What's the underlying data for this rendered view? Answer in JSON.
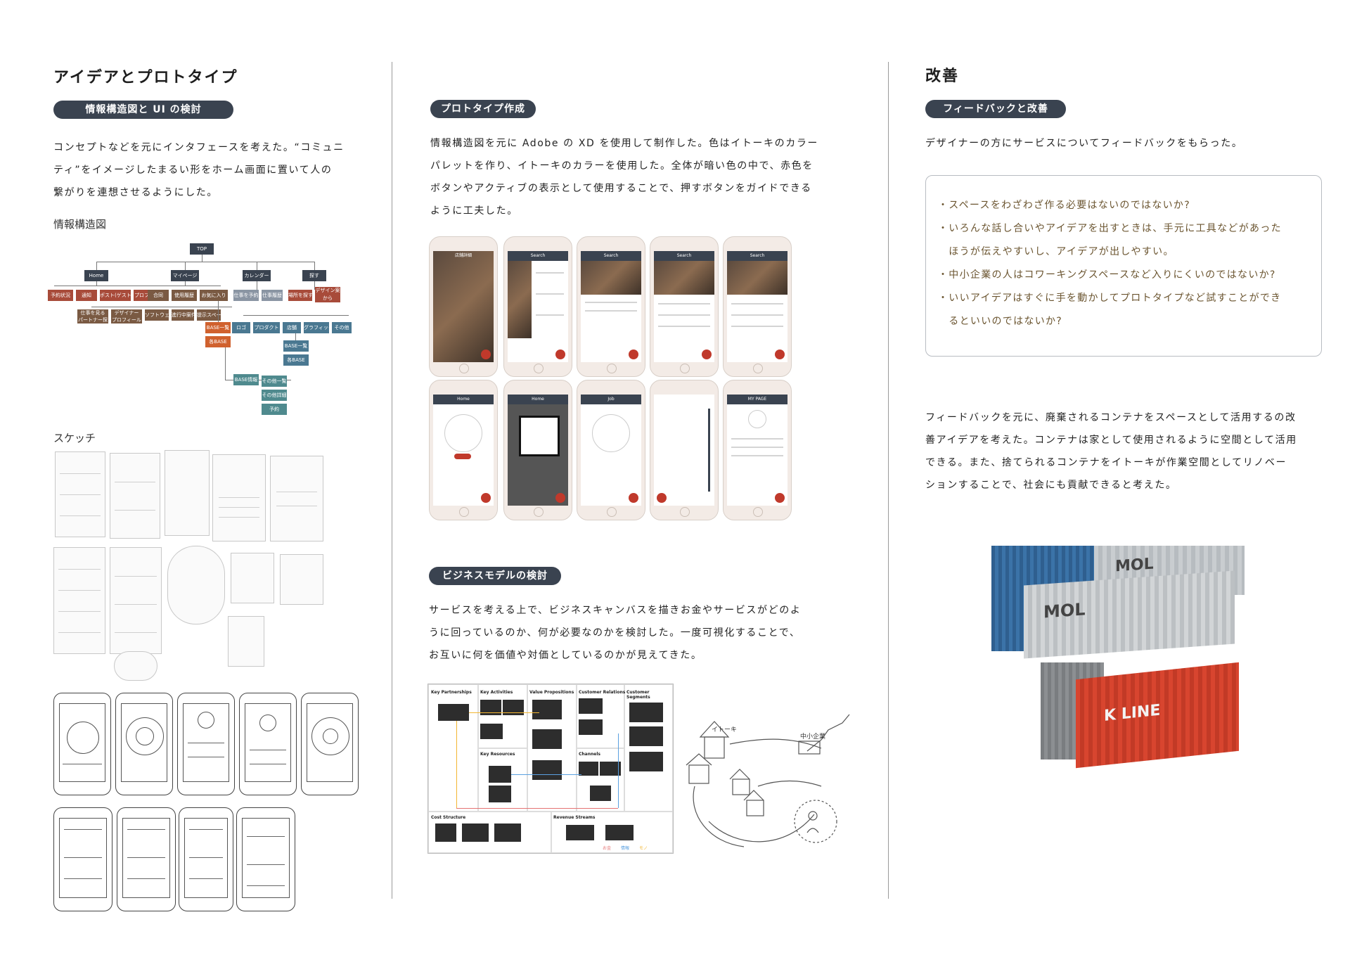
{
  "left": {
    "title": "アイデアとプロトタイプ",
    "pill": "情報構造図と UI の検討",
    "paragraph": [
      "コンセプトなどを元にインタフェースを考えた。“コミュニ",
      "ティ”をイメージしたまるい形をホーム画面に置いて人の",
      "繋がりを連想させるようにした。"
    ],
    "sitemap_label": "情報構造図",
    "sketch_label": "スケッチ",
    "sitemap": {
      "top": "TOP",
      "level1": [
        "Home",
        "マイページ",
        "カレンダー",
        "探す"
      ],
      "home_children": [
        "予約状況",
        "通知",
        "ポスト(ゲスト)",
        "プロフィール"
      ],
      "mypage_children": [
        "合同",
        "使用履歴",
        "お気に入り"
      ],
      "calendar_children": [
        "仕事を予約",
        "仕事履歴"
      ],
      "search_children": [
        "場所を探す",
        "デザイン案から"
      ],
      "level3": [
        "仕事を見る パートナー探索",
        "デザイナー プロフィール",
        "ソフトウェア",
        "進行中案件",
        "提示スペース"
      ],
      "base_list": "BASE一覧",
      "base_detail": "各BASE",
      "design_children": [
        "ロゴ",
        "プロダクト",
        "店舗",
        "グラフィック",
        "その他"
      ],
      "base_list2": "BASE一覧",
      "base_detail2": "各BASE",
      "base_info": "BASE情報",
      "bottom": [
        "その他一覧",
        "その他詳細",
        "予約"
      ]
    }
  },
  "middle": {
    "pill1": "プロトタイプ作成",
    "paragraph1": [
      "情報構造図を元に Adobe の XD を使用して制作した。色はイトーキのカラー",
      "パレットを作り、イトーキのカラーを使用した。全体が暗い色の中で、赤色を",
      "ボタンやアクティブの表示として使用することで、押すボタンをガイドできる",
      "ように工夫した。"
    ],
    "phones_row1": [
      "店舗詳細",
      "Search",
      "Search",
      "Search",
      "Search"
    ],
    "phones_row2": [
      "Home",
      "Home",
      "Job",
      "",
      "MY PAGE"
    ],
    "pill2": "ビジネスモデルの検討",
    "paragraph2": [
      "サービスを考える上で、ビジネスキャンバスを描きお金やサービスがどのよ",
      "うに回っているのか、何が必要なのかを検討した。一度可視化することで、",
      "お互いに何を価値や対価としているのかが見えてきた。"
    ],
    "bmc": {
      "headers": [
        "Key Partnerships",
        "Key Activities",
        "Value Propositions",
        "Customer Relations",
        "Customer Segments",
        "Key Resources",
        "Channels",
        "Cost Structure",
        "Revenue Streams"
      ],
      "legend": [
        "お金",
        "情報",
        "モノ"
      ]
    },
    "sketch_words": [
      "イトーキ",
      "中小企業"
    ]
  },
  "right": {
    "title": "改善",
    "pill": "フィードバックと改善",
    "intro": "デザイナーの方にサービスについてフィードバックをもらった。",
    "bullets": [
      "・スペースをわざわざ作る必要はないのではないか?",
      "・いろんな話し合いやアイデアを出すときは、手元に工具などがあった",
      "　ほうが伝えやすいし、アイデアが出しやすい。",
      "・中小企業の人はコワーキングスペースなど入りにくいのではないか?",
      "・いいアイデアはすぐに手を動かしてプロトタイプなど試すことができ",
      "　るといいのではないか?"
    ],
    "paragraph": [
      "フィードバックを元に、廃棄されるコンテナをスペースとして活用するの改",
      "善アイデアを考えた。コンテナは家として使用されるように空間として活用",
      "できる。また、捨てられるコンテナをイトーキが作業空間としてリノベー",
      "ションすることで、社会にも貢献できると考えた。"
    ],
    "container_text": [
      "MOL",
      "MOL",
      "K LINE"
    ]
  }
}
